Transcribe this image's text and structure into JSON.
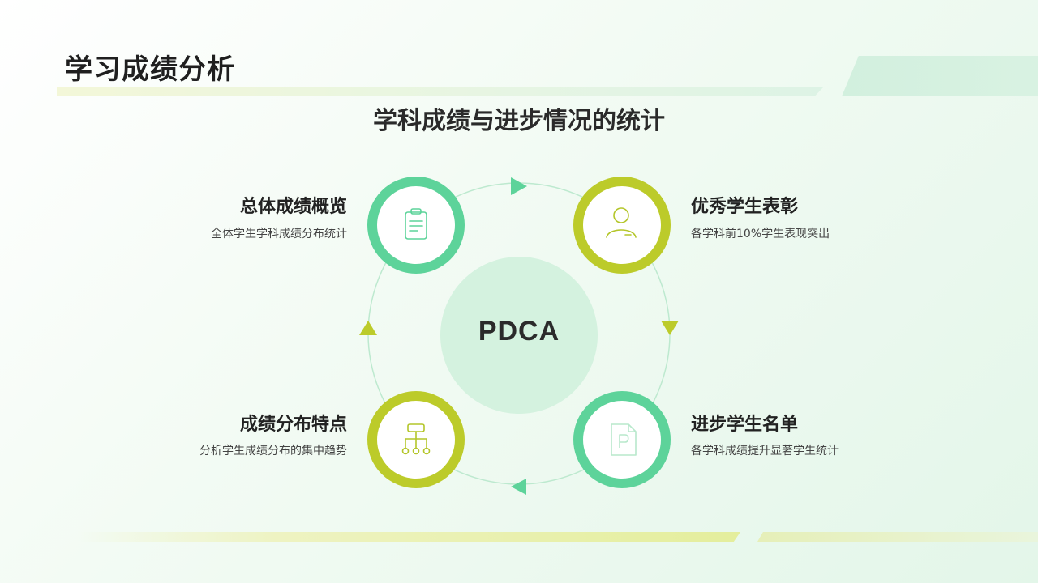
{
  "page_title": "学习成绩分析",
  "subtitle": "学科成绩与进步情况的统计",
  "center_label": "PDCA",
  "colors": {
    "green": "#5dd39a",
    "olive": "#bccb2a",
    "center_fill": "#d5f2e0",
    "ring_line": "#b8e8cc",
    "green_icon": "#5dd39a",
    "olive_icon": "#b4c62a"
  },
  "steps": [
    {
      "title": "总体成绩概览",
      "desc": "全体学生学科成绩分布统计",
      "icon": "clipboard-icon",
      "color": "green"
    },
    {
      "title": "优秀学生表彰",
      "desc": "各学科前10%学生表现突出",
      "icon": "user-icon",
      "color": "olive"
    },
    {
      "title": "成绩分布特点",
      "desc": "分析学生成绩分布的集中趋势",
      "icon": "hierarchy-icon",
      "color": "olive"
    },
    {
      "title": "进步学生名单",
      "desc": "各学科成绩提升显著学生统计",
      "icon": "p-document-icon",
      "color": "green"
    }
  ]
}
